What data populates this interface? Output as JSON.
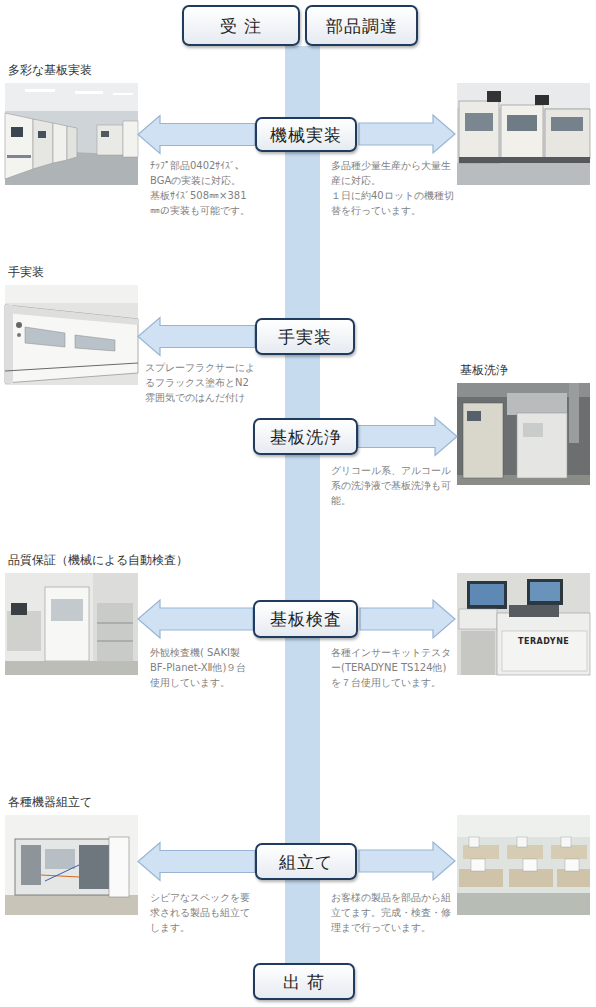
{
  "diagram": {
    "nodes": [
      {
        "text": [
          "受 注"
        ]
      },
      {
        "text": [
          "部品調達"
        ]
      },
      {
        "text": [
          "多彩な基板実装"
        ]
      },
      {
        "text": [
          "機械実装"
        ]
      },
      {
        "text": [
          "手実装"
        ]
      },
      {
        "text": [
          "手実装"
        ]
      },
      {
        "text": [
          "基板洗浄"
        ]
      },
      {
        "text": [
          "基板洗浄"
        ]
      },
      {
        "text": [
          "品質保証（機械による自動検査）"
        ]
      },
      {
        "text": [
          "基板検査"
        ]
      },
      {
        "text": [
          "各種機器組立て"
        ]
      },
      {
        "text": [
          "組立て"
        ]
      },
      {
        "text": [
          "出 荷"
        ]
      }
    ],
    "edges": [
      {
        "from": 0,
        "to": 3,
        "arrow": "none"
      },
      {
        "from": 1,
        "to": 3,
        "arrow": "none"
      },
      {
        "from": 3,
        "to": 2,
        "arrow": "to"
      },
      {
        "from": 3,
        "to": 5,
        "arrow": "none"
      },
      {
        "from": 5,
        "to": 4,
        "arrow": "to"
      },
      {
        "from": 5,
        "to": 7,
        "arrow": "none"
      },
      {
        "from": 7,
        "to": 6,
        "arrow": "to"
      },
      {
        "from": 7,
        "to": 9,
        "arrow": "none"
      },
      {
        "from": 9,
        "to": 8,
        "arrow": "to"
      },
      {
        "from": 9,
        "to": 11,
        "arrow": "none"
      },
      {
        "from": 11,
        "to": 10,
        "arrow": "to"
      },
      {
        "from": 11,
        "to": 12,
        "arrow": "none"
      }
    ],
    "labels": [
      "ﾁｯﾌﾟ部品0402ｻｲｽﾞ、BGAの実装に対応。",
      "基板ｻｲｽﾞ508㎜×381㎜の実装も可能です。",
      "多品種少量生産から大量生産に対応。",
      "１日に約40ロットの機種切替を行っています。",
      "スプレーフラクサーによるフラックス塗布とN2雰囲気でのはんだ付け",
      "グリコール系、アルコール系の洗浄液で基板洗浄も可能。",
      "外観検査機( SAKI製BF-Planet-XⅡ他)９台使用しています。",
      "各種インサーキットテスター(TERADYNE TS124他)を７台使用しています。",
      "シビアなスペックを要求される製品も組立てします。",
      "お客様の製品を部品から組立てます。完成・検査・修理まで行っています。",
      "TERADYNE"
    ]
  }
}
